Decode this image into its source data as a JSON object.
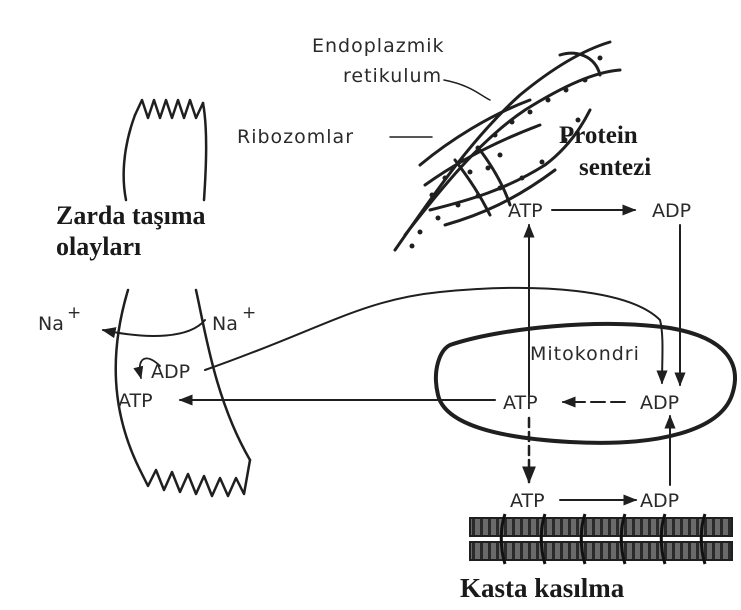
{
  "labels": {
    "endoplasmic_line1": "Endoplazmik",
    "endoplasmic_line2": "retikulum",
    "ribosomes": "Ribozomlar",
    "protein_line1": "Protein",
    "protein_line2": "sentezi",
    "membrane_line1": "Zarda taşıma",
    "membrane_line2": "olayları",
    "na_left": "Na",
    "na_right": "Na",
    "plus": "+",
    "mitochondria": "Mitokondri",
    "muscle": "Kasta kasılma"
  },
  "molecules": {
    "atp_protein": "ATP",
    "adp_protein": "ADP",
    "adp_membrane": "ADP",
    "atp_membrane": "ATP",
    "atp_mito": "ATP",
    "adp_mito": "ADP",
    "atp_muscle": "ATP",
    "adp_muscle": "ADP"
  },
  "colors": {
    "ink": "#1f1f1f",
    "paper": "#ffffff",
    "muscle_fill": "#5a5a5a"
  }
}
